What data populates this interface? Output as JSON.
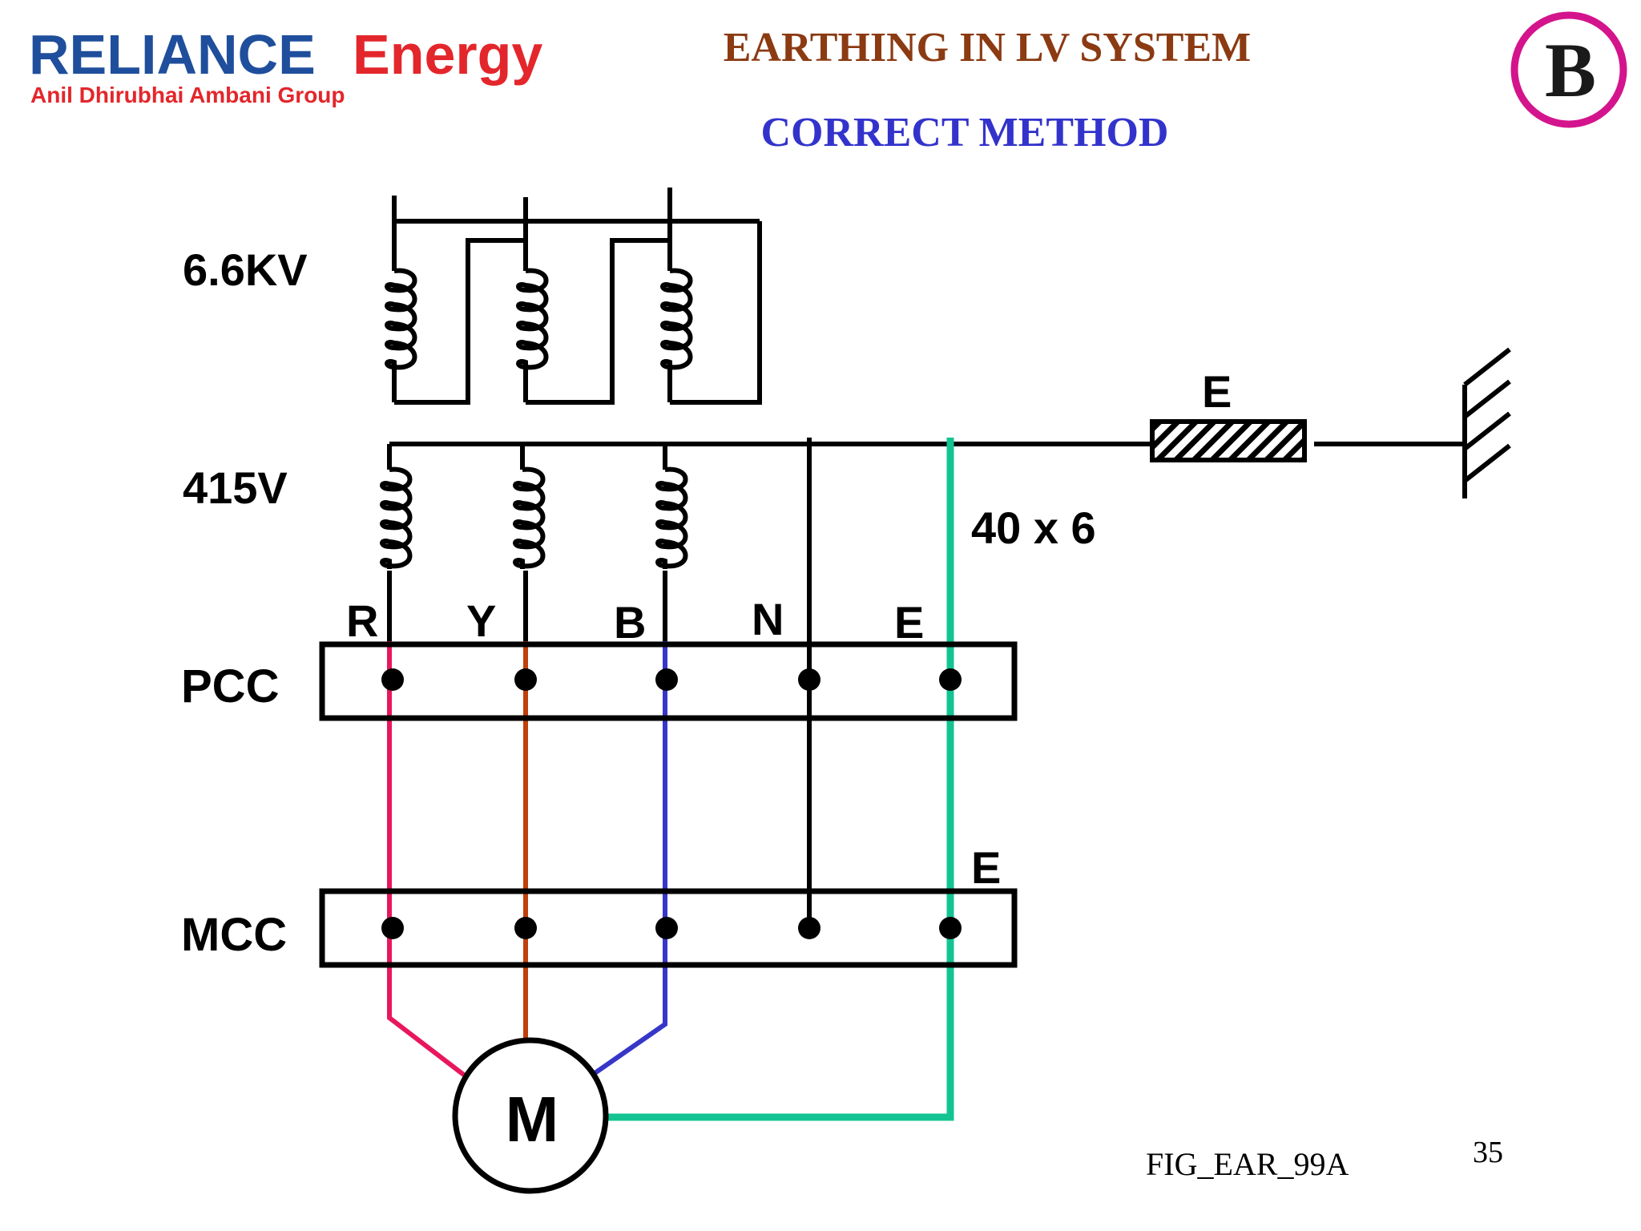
{
  "header": {
    "brand_word_1": "RELIANCE",
    "brand_word_2": "Energy",
    "brand_group": "Anil Dhirubhai Ambani Group",
    "title": "EARTHING  IN LV SYSTEM",
    "subtitle": "CORRECT  METHOD",
    "badge_letter": "B"
  },
  "labels": {
    "hv_voltage": "6.6KV",
    "lv_voltage": "415V",
    "earth_electrode": "E",
    "strip_size": "40 x 6",
    "phase_r": "R",
    "phase_y": "Y",
    "phase_b": "B",
    "neutral_n": "N",
    "earth_pcc": "E",
    "earth_mcc": "E",
    "pcc": "PCC",
    "mcc": "MCC",
    "motor": "M"
  },
  "footer": {
    "figure_id": "FIG_EAR_99A",
    "page_number": "35"
  },
  "colors": {
    "brand_blue": "#1f4e9c",
    "brand_red": "#e3262b",
    "title_brown": "#8b3a12",
    "subtitle_blue": "#3333cc",
    "badge_ring": "#d4148c",
    "phase_r": "#e8175d",
    "phase_y": "#c0400c",
    "phase_b": "#3636c8",
    "earth_green": "#13c492",
    "line_black": "#000000"
  }
}
